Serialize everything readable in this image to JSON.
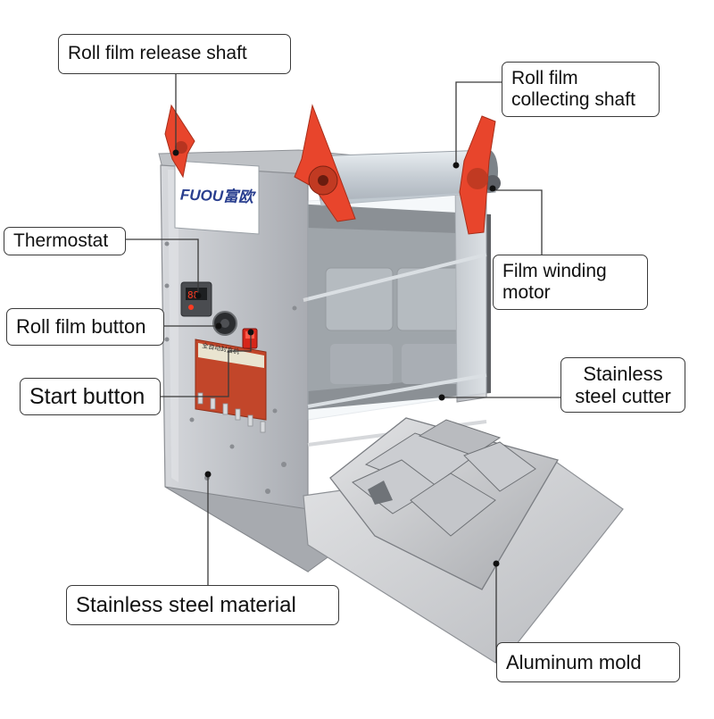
{
  "brand": {
    "logo_text": "FUOU富欧",
    "panel_text": "全自动封盒机"
  },
  "callouts": {
    "roll_film_release_shaft": "Roll film release shaft",
    "roll_film_collecting_shaft": "Roll film collecting shaft",
    "thermostat": "Thermostat",
    "film_winding_motor": "Film winding motor",
    "roll_film_button": "Roll film button",
    "stainless_steel_cutter": "Stainless steel cutter",
    "start_button": "Start button",
    "stainless_steel_material": "Stainless steel material",
    "aluminum_mold": "Aluminum mold"
  },
  "colors": {
    "steel_light": "#c9cbcf",
    "steel_dark": "#9a9ca1",
    "handle_red": "#e8452c",
    "control_panel": "#c2462a",
    "label_border": "#3a3a3a"
  }
}
